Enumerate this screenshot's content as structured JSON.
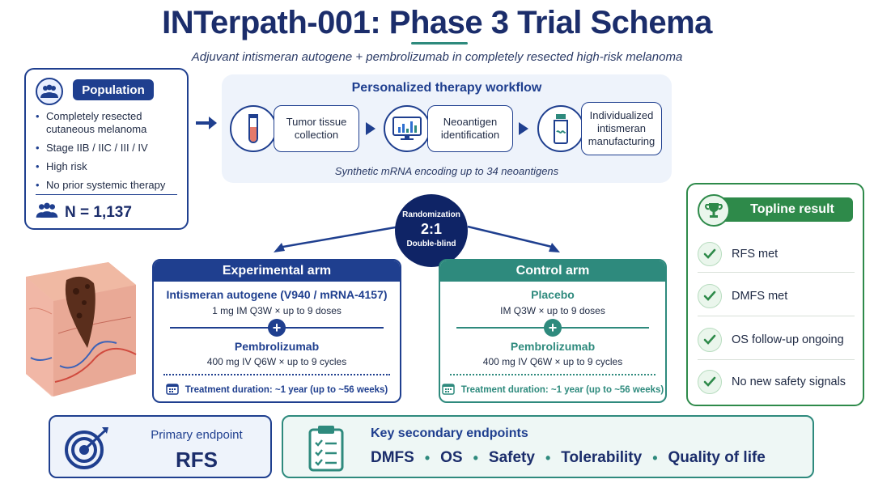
{
  "header": {
    "title": "INTerpath-001: Phase 3 Trial Schema",
    "subtitle": "Adjuvant intismeran autogene + pembrolizumab in completely resected high-risk melanoma"
  },
  "population": {
    "label": "Population",
    "criteria": [
      "Completely resected cutaneous melanoma",
      "Stage IIB / IIC / III / IV",
      "High risk",
      "No prior systemic therapy"
    ],
    "n": "N = 1,137"
  },
  "workflow": {
    "title": "Personalized therapy workflow",
    "steps": [
      {
        "label": "Tumor tissue collection",
        "icon": "test-tube-icon"
      },
      {
        "label": "Neoantigen identification",
        "icon": "computer-analysis-icon"
      },
      {
        "label": "Individualized intismeran manufacturing",
        "icon": "vial-icon"
      }
    ],
    "footnote": "Synthetic mRNA encoding up to 34 neoantigens"
  },
  "randomization": {
    "label": "Randomization",
    "ratio": "2:1",
    "blinding": "Double-blind"
  },
  "experimental_arm": {
    "title": "Experimental arm",
    "drug1": "Intismeran autogene (V940 / mRNA-4157)",
    "dose1": "1 mg IM Q3W × up to 9 doses",
    "drug2": "Pembrolizumab",
    "dose2": "400 mg IV Q6W × up to 9 cycles",
    "duration": "Treatment duration: ~1 year (up to ~56 weeks)"
  },
  "control_arm": {
    "title": "Control arm",
    "drug1": "Placebo",
    "dose1": "IM Q3W × up to 9 doses",
    "drug2": "Pembrolizumab",
    "dose2": "400 mg IV Q6W × up to 9 cycles",
    "duration": "Treatment duration: ~1 year (up to ~56 weeks)"
  },
  "topline": {
    "label": "Topline result",
    "items": [
      "RFS met",
      "DMFS met",
      "OS follow-up ongoing",
      "No new safety signals"
    ]
  },
  "primary_endpoint": {
    "label": "Primary endpoint",
    "value": "RFS"
  },
  "secondary_endpoints": {
    "label": "Key secondary endpoints",
    "items": [
      "DMFS",
      "OS",
      "Safety",
      "Tolerability",
      "Quality of life"
    ]
  },
  "colors": {
    "navy": "#1f3f8f",
    "teal": "#2e8a7d",
    "green": "#2e8a4a",
    "dark": "#0f2466"
  }
}
